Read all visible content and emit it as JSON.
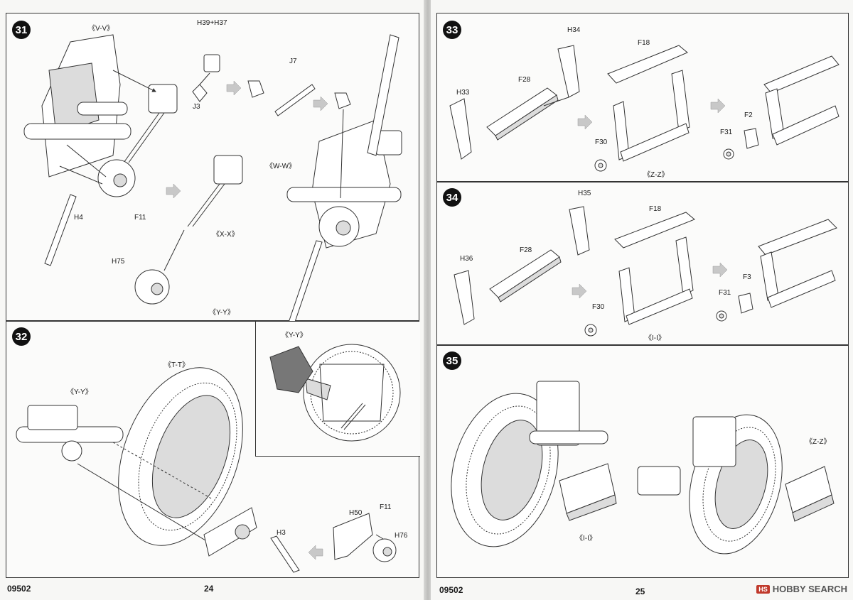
{
  "left_page": {
    "footer_code": "09502",
    "page_number": "24",
    "step31": {
      "number": "31",
      "labels": {
        "vv": "《V-V》",
        "h39h37": "H39+H37",
        "j3": "J3",
        "j7": "J7",
        "h4": "H4",
        "f11": "F11",
        "h75": "H75",
        "ww": "《W-W》",
        "xx": "《X-X》",
        "yy": "《Y-Y》"
      }
    },
    "step32": {
      "number": "32",
      "labels": {
        "tt": "《T-T》",
        "yy": "《Y-Y》",
        "h3": "H3",
        "h50": "H50",
        "f11": "F11",
        "h76": "H76",
        "inset_yy": "《Y-Y》"
      }
    }
  },
  "right_page": {
    "footer_code": "09502",
    "page_number": "25",
    "step33": {
      "number": "33",
      "labels": {
        "h34": "H34",
        "f18": "F18",
        "h33": "H33",
        "f28": "F28",
        "f30": "F30",
        "f31": "F31",
        "f2": "F2",
        "zz": "《Z-Z》"
      }
    },
    "step34": {
      "number": "34",
      "labels": {
        "h35": "H35",
        "f18": "F18",
        "h36": "H36",
        "f28": "F28",
        "f30": "F30",
        "f31": "F31",
        "f3": "F3",
        "ii": "《I-I》"
      }
    },
    "step35": {
      "number": "35",
      "labels": {
        "ii": "《I-I》",
        "zz": "《Z-Z》"
      }
    }
  },
  "watermark": {
    "brand": "HOBBY SEARCH",
    "badge": "HS"
  }
}
